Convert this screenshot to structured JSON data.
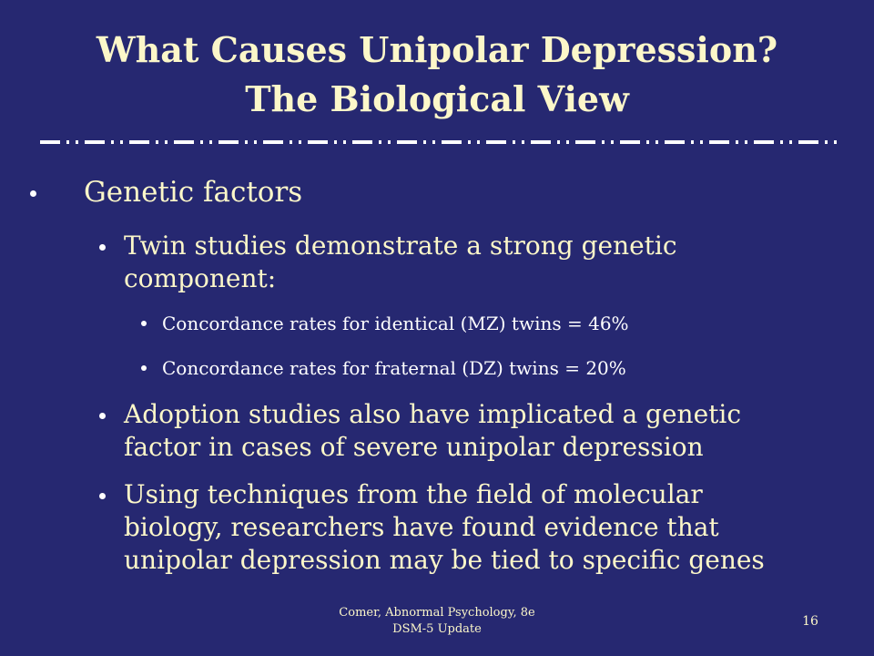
{
  "title": {
    "line1": "What Causes Unipolar Depression?",
    "line2": "The Biological View"
  },
  "colors": {
    "background": "#262871",
    "title": "#fcf7c9",
    "text": "#fcf7c9",
    "bullet": "#ffffff"
  },
  "content": {
    "heading": "Genetic factors",
    "twin": {
      "text": "Twin studies demonstrate a strong genetic component:",
      "line1": "Twin studies demonstrate a strong genetic",
      "line2": "component:",
      "sub1": "Concordance rates for identical (MZ) twins = 46%",
      "sub2": "Concordance rates for fraternal (DZ) twins = 20%"
    },
    "adoption": {
      "line1": "Adoption studies also have implicated a genetic",
      "line2": "factor in cases of severe unipolar depression"
    },
    "molecular": {
      "line1": "Using techniques from the field of molecular",
      "line2": "biology, researchers have found evidence that",
      "line3": "unipolar depression may be tied to specific genes"
    }
  },
  "footer": {
    "line1": "Comer, Abnormal Psychology, 8e",
    "line2": "DSM-5 Update",
    "page": "16"
  }
}
